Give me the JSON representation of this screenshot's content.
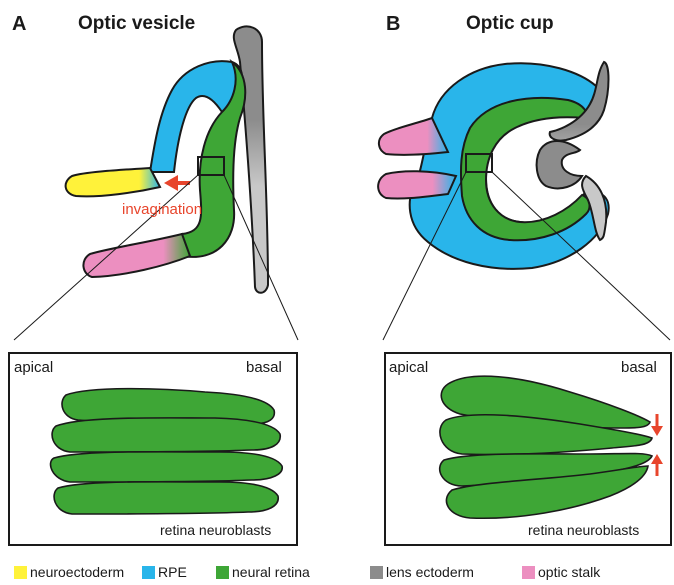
{
  "panel_a": {
    "letter": "A",
    "title": "Optic vesicle",
    "arrow_label": "invagination",
    "zoom_apical": "apical",
    "zoom_basal": "basal",
    "zoom_caption": "retina neuroblasts"
  },
  "panel_b": {
    "letter": "B",
    "title": "Optic cup",
    "zoom_apical": "apical",
    "zoom_basal": "basal",
    "zoom_caption": "retina neuroblasts"
  },
  "legend": [
    {
      "label": "neuroectoderm",
      "color": "#fff23a"
    },
    {
      "label": "RPE",
      "color": "#29b5ea"
    },
    {
      "label": "neural retina",
      "color": "#3ea636"
    },
    {
      "label": "lens ectoderm",
      "color": "#8c8c8c"
    },
    {
      "label": "optic stalk",
      "color": "#ec8fc0"
    }
  ],
  "colors": {
    "arrow": "#e8452c",
    "outline": "#1a1a1a"
  }
}
